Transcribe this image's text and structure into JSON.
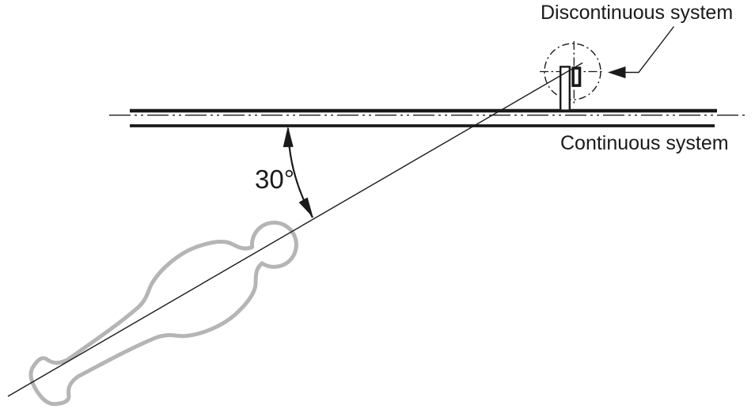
{
  "diagram": {
    "labels": {
      "discontinuous": "Discontinuous system",
      "continuous": "Continuous system",
      "angle": "30°"
    },
    "angle_degrees": 30,
    "colors": {
      "ink": "#1a1a1a",
      "body_outline": "#b5b5b5",
      "background": "#ffffff"
    }
  }
}
